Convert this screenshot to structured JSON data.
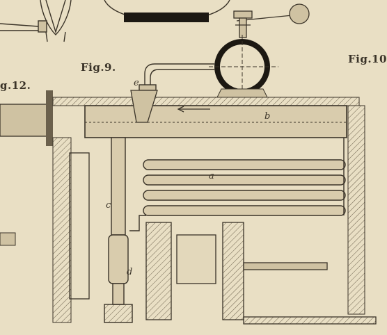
{
  "figures": {
    "fig9": "Fig.9.",
    "fig10": "Fig.10",
    "fig12": "g.12."
  },
  "parts": {
    "a": "a",
    "b": "b",
    "c": "c",
    "d": "d",
    "e": "e"
  },
  "colors": {
    "paper": "#e9dfc4",
    "ink": "#3a3328",
    "fill": "#cfc2a2",
    "dark": "#1c1812"
  }
}
